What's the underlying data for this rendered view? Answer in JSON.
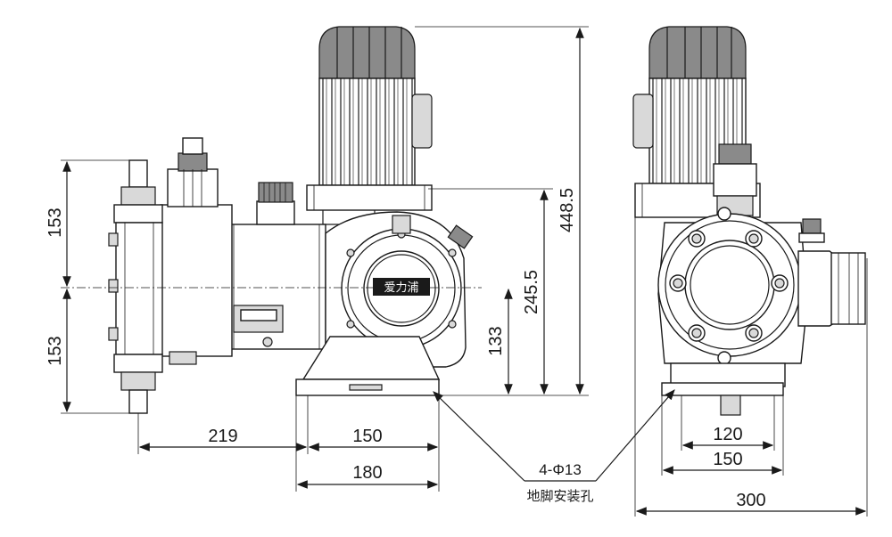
{
  "dimensions": {
    "left_top_height": "153",
    "left_bottom_height": "153",
    "overall_height": "448.5",
    "shaft_center_height": "245.5",
    "base_to_flange_height": "133",
    "head_offset_width": "219",
    "base_hole_spacing": "150",
    "base_width": "180",
    "side_hole_spacing": "120",
    "side_base_width": "150",
    "side_overall_width": "300"
  },
  "callout": {
    "hole_spec": "4-Φ13",
    "hole_label": "地脚安装孔"
  },
  "nameplate": {
    "brand": "爱力浦"
  }
}
